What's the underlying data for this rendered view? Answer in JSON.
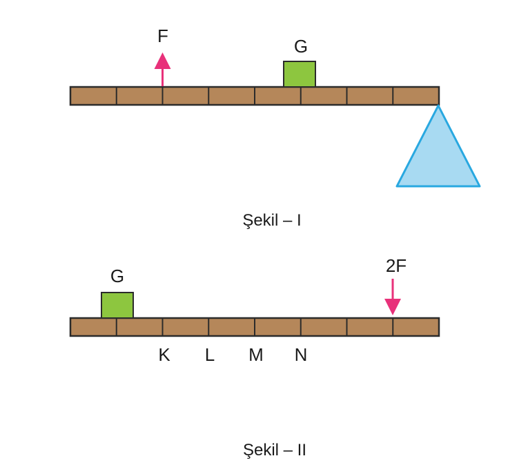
{
  "figure1": {
    "force_label": "F",
    "weight_label": "G",
    "caption": "Şekil – I"
  },
  "figure2": {
    "weight_label": "G",
    "force_label": "2F",
    "point_labels": [
      "K",
      "L",
      "M",
      "N"
    ],
    "caption": "Şekil – II"
  },
  "colors": {
    "beam": "#b5875a",
    "beam_stroke": "#2b2b2b",
    "block": "#8dc63f",
    "support": "#a8daf2",
    "support_stroke": "#29a8e0",
    "arrow": "#e8317a"
  }
}
